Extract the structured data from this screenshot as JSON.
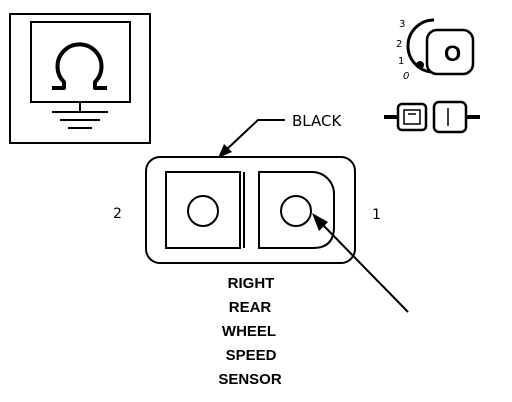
{
  "connector": {
    "color_label": "BLACK",
    "pin_left": "2",
    "pin_right": "1"
  },
  "title_lines": [
    "RIGHT",
    "REAR",
    "WHEEL",
    "SPEED",
    "SENSOR"
  ],
  "key_positions": [
    "3",
    "2",
    "1",
    "0"
  ],
  "key_label": "O",
  "colors": {
    "ink": "#000000",
    "paper": "#ffffff",
    "light_fill": "#f5f5f5"
  }
}
